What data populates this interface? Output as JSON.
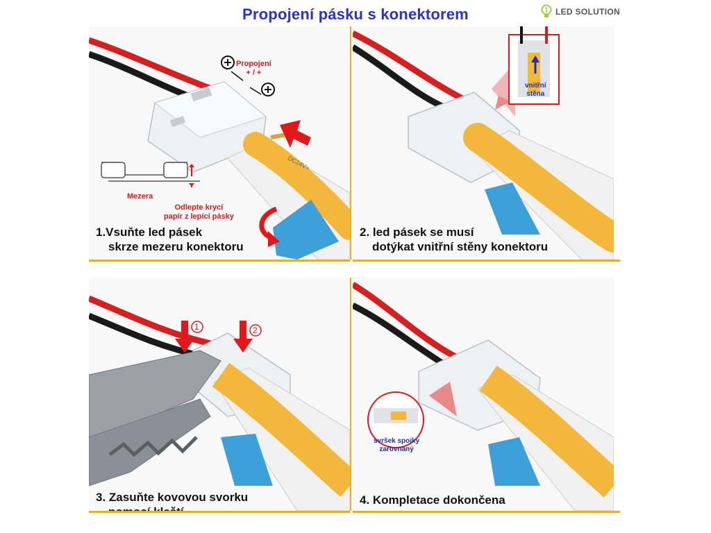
{
  "title": "Propojení pásku s konektorem",
  "logo": {
    "text": "LED SOLUTION",
    "icon": "lightbulb-icon"
  },
  "colors": {
    "title": "#2a32c8",
    "accent": "#e6ad2b",
    "label_red": "#e3161a",
    "label_blue": "#1b2cc7"
  },
  "panels": [
    {
      "caption_line1": "1.Vsuňte led pásek",
      "caption_line2": "skrze mezeru konektoru",
      "polarity_label_line1": "Propojení",
      "polarity_label_line2": "+ / +",
      "strip_marking": "DC24V+",
      "gap_label": "Mezera",
      "peel_label_line1": "Odlepte krycí",
      "peel_label_line2": "papír z lepící pásky"
    },
    {
      "caption_line1": "2. led pásek se musí",
      "caption_line2": "dotýkat vnitřní stěny konektoru",
      "inset_label_line1": "vnitřní",
      "inset_label_line2": "stěna"
    },
    {
      "caption_line1": "3. Zasuňte kovovou svorku",
      "caption_line2": "pomocí kleští.",
      "arrow1": "1",
      "arrow2": "2"
    },
    {
      "caption_line1": "4. Kompletace dokončena",
      "inset_label_line1": "svršek spojky",
      "inset_label_line2": "zarovnaný"
    }
  ]
}
